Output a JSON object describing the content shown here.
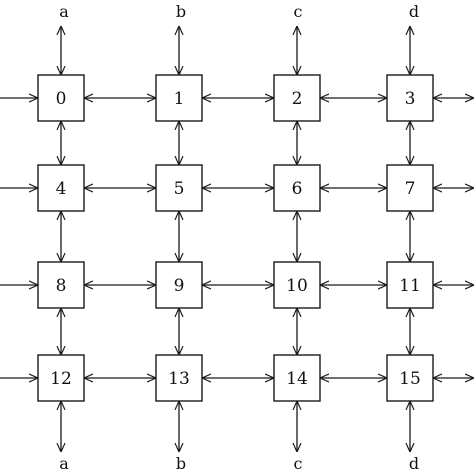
{
  "nodes": [
    {
      "row": 0,
      "col": 0,
      "label": "0"
    },
    {
      "row": 0,
      "col": 1,
      "label": "1"
    },
    {
      "row": 0,
      "col": 2,
      "label": "2"
    },
    {
      "row": 0,
      "col": 3,
      "label": "3"
    },
    {
      "row": 1,
      "col": 0,
      "label": "4"
    },
    {
      "row": 1,
      "col": 1,
      "label": "5"
    },
    {
      "row": 1,
      "col": 2,
      "label": "6"
    },
    {
      "row": 1,
      "col": 3,
      "label": "7"
    },
    {
      "row": 2,
      "col": 0,
      "label": "8"
    },
    {
      "row": 2,
      "col": 1,
      "label": "9"
    },
    {
      "row": 2,
      "col": 2,
      "label": "10"
    },
    {
      "row": 2,
      "col": 3,
      "label": "11"
    },
    {
      "row": 3,
      "col": 0,
      "label": "12"
    },
    {
      "row": 3,
      "col": 1,
      "label": "13"
    },
    {
      "row": 3,
      "col": 2,
      "label": "14"
    },
    {
      "row": 3,
      "col": 3,
      "label": "15"
    }
  ],
  "top_ports": [
    "a",
    "b",
    "c",
    "d"
  ],
  "bottom_ports": [
    "a",
    "b",
    "c",
    "d"
  ]
}
